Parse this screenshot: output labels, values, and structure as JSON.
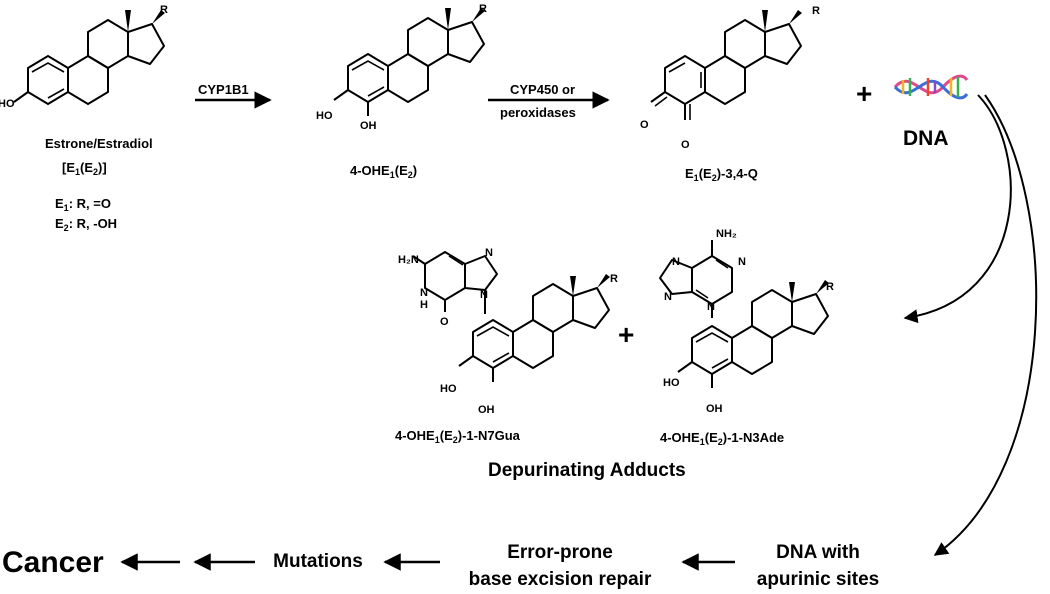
{
  "compounds": {
    "estrone_name": "Estrone/Estradiol",
    "estrone_abbr": {
      "a": "[E",
      "sub1": "1",
      "b": "(E",
      "sub2": "2",
      "c": ")]"
    },
    "e1_def": {
      "a": "E",
      "sub": "1",
      "b": ": R, =O"
    },
    "e2_def": {
      "a": "E",
      "sub": "2",
      "b": ": R, -OH"
    },
    "ohe": {
      "a": "4-OHE",
      "sub1": "1",
      "b": "(E",
      "sub2": "2",
      "c": ")"
    },
    "quinone": {
      "a": "E",
      "sub1": "1",
      "b": "(E",
      "sub2": "2",
      "c": ")-3,4-Q"
    },
    "n7gua": {
      "a": "4-OHE",
      "sub1": "1",
      "b": "(E",
      "sub2": "2",
      "c": ")-1-N7Gua"
    },
    "n3ade": {
      "a": "4-OHE",
      "sub1": "1",
      "b": "(E",
      "sub2": "2",
      "c": ")-1-N3Ade"
    }
  },
  "atoms": {
    "R": "R",
    "HO": "HO",
    "OH": "OH",
    "O": "O",
    "N": "N",
    "H": "H",
    "H2N": "H₂N",
    "NH2": "NH₂"
  },
  "arrows": {
    "step1": "CYP1B1",
    "step2_line1": "CYP450 or",
    "step2_line2": "peroxidases"
  },
  "plus": "+",
  "dna_label": "DNA",
  "adducts_label": "Depurinating Adducts",
  "bottom_chain": {
    "apurinic_line1": "DNA with",
    "apurinic_line2": "apurinic sites",
    "repair_line1": "Error-prone",
    "repair_line2": "base excision repair",
    "mutations": "Mutations",
    "cancer": "Cancer"
  },
  "colors": {
    "ink": "#000000",
    "helix_a": "#e04a8c",
    "helix_b": "#3a6fd8",
    "rung_1": "#f2b51d",
    "rung_2": "#36b24a",
    "rung_3": "#e8452c",
    "rung_4": "#8a49c9"
  }
}
